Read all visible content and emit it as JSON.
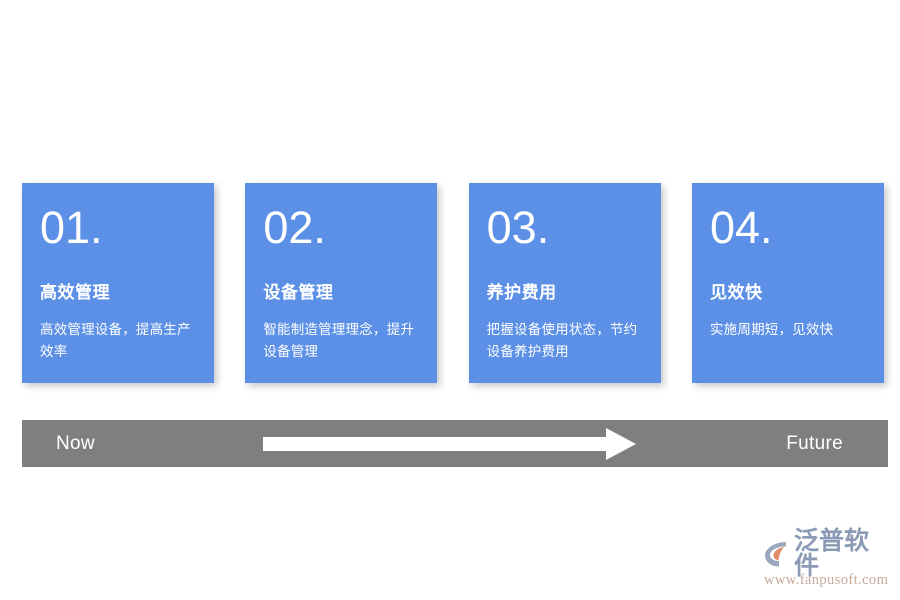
{
  "cards": [
    {
      "number": "01.",
      "title": "高效管理",
      "desc": "高效管理设备，提高生产效率"
    },
    {
      "number": "02.",
      "title": "设备管理",
      "desc": "智能制造管理理念，提升设备管理"
    },
    {
      "number": "03.",
      "title": "养护费用",
      "desc": "把握设备使用状态，节约设备养护费用"
    },
    {
      "number": "04.",
      "title": "见效快",
      "desc": "实施周期短，见效快"
    }
  ],
  "timeline": {
    "now_label": "Now",
    "future_label": "Future",
    "arrow_icon": "right-arrow-icon",
    "bar_color": "#7F7F7F",
    "arrow_color": "#FFFFFF"
  },
  "logo": {
    "mark_icon": "fanpu-swoosh-icon",
    "brand": "泛普软件",
    "url": "www.fanpusoft.com",
    "brand_color": "#8C9BB5",
    "url_color": "#C8A99C",
    "mark_accent_color": "#E08A66"
  },
  "theme": {
    "card_color": "#5B90E6",
    "card_text_color": "#FFFFFF",
    "background_color": "#FFFFFF"
  }
}
